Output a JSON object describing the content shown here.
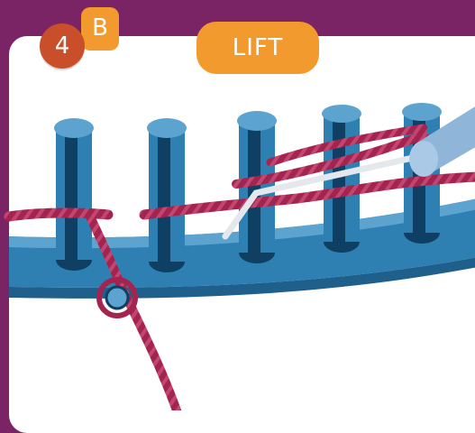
{
  "step": {
    "number": "4",
    "variant": "B",
    "action": "LIFT"
  },
  "colors": {
    "frame": "#7a2466",
    "badge_number": "#c94f2a",
    "badge_accent": "#f29a2e",
    "loom": "#2e80b3",
    "peg_dark": "#0f3f63",
    "yarn": "#a3244f",
    "tool": "#8fb6d9"
  },
  "icons": [
    "loom-pegs",
    "yarn-strand",
    "slip-knot",
    "loom-hook-tool"
  ]
}
